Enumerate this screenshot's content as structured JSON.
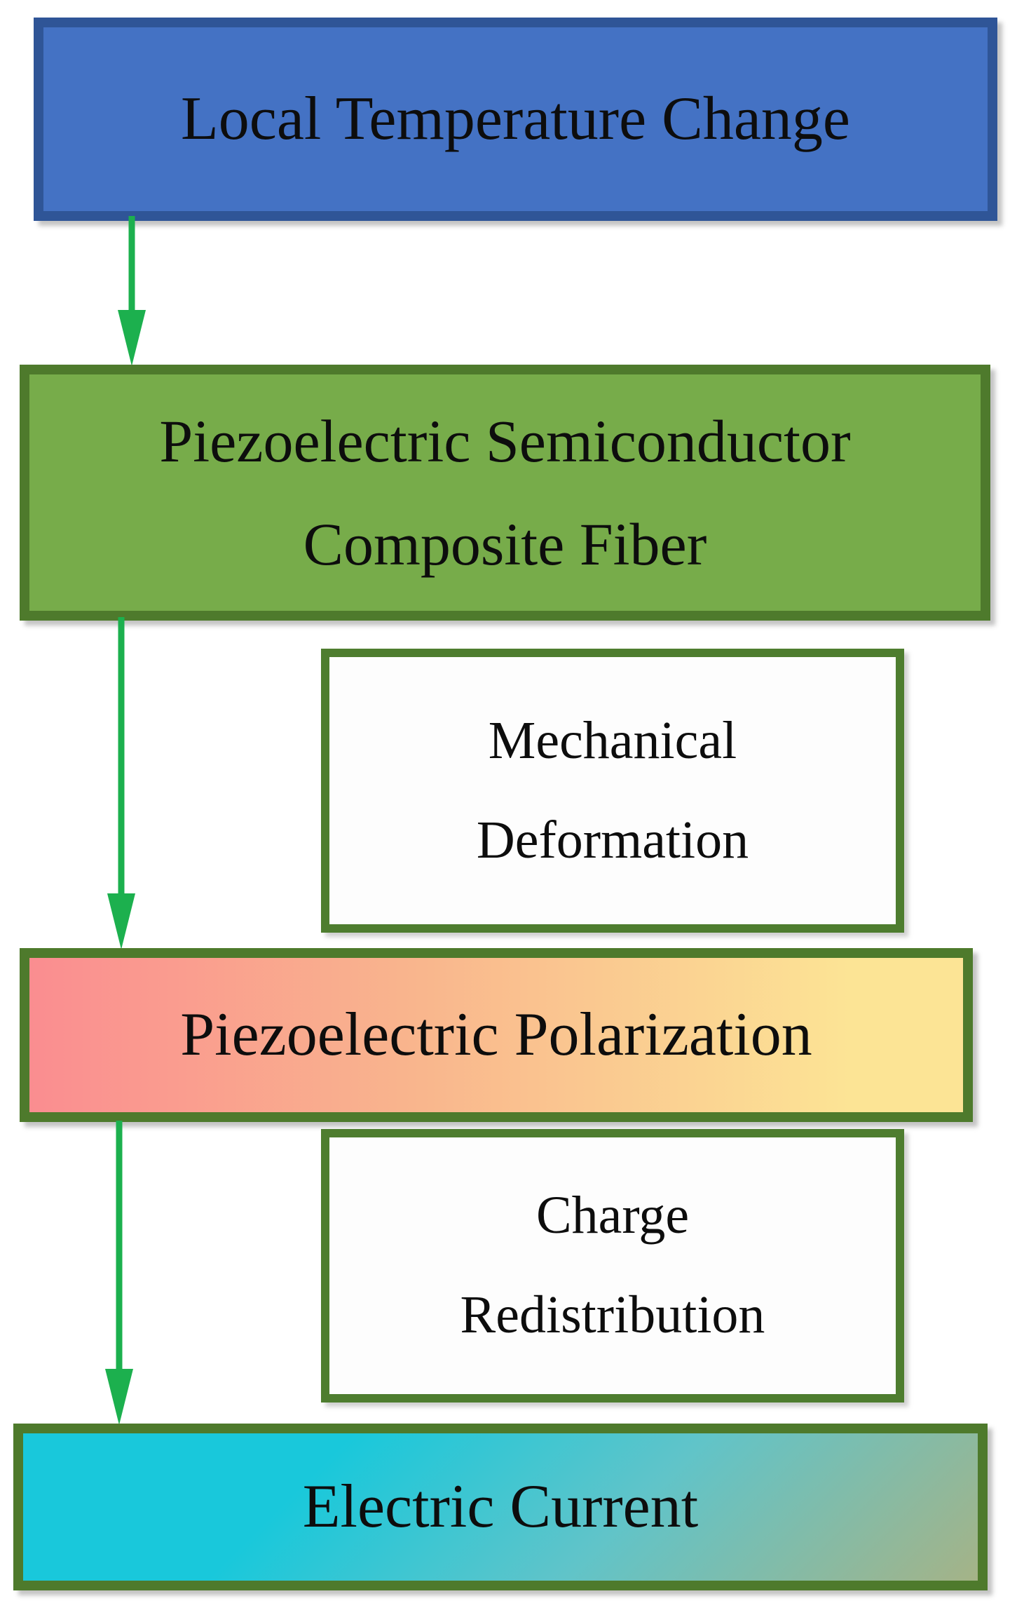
{
  "flowchart": {
    "nodes": {
      "temperature": {
        "label": "Local Temperature Change"
      },
      "fiber": {
        "line1": "Piezoelectric Semiconductor",
        "line2": "Composite Fiber"
      },
      "deformation": {
        "line1": "Mechanical",
        "line2": "Deformation"
      },
      "polarization": {
        "label": "Piezoelectric Polarization"
      },
      "redistribution": {
        "line1": "Charge",
        "line2": "Redistribution"
      },
      "current": {
        "label": "Electric Current"
      }
    },
    "colors": {
      "blue-fill": "#4472C4",
      "blue-border": "#2F5597",
      "green-fill": "#77AC4A",
      "green-border": "#4E7A2C",
      "white-box-border": "#4E7D2F",
      "gradient-left": "#FA8D90",
      "gradient-mid": "#F9B68D",
      "gradient-right": "#FCE495",
      "cyan-start": "#19C8DB",
      "cyan-mid": "#60C4C9",
      "cyan-end": "#A5B387",
      "arrow-green": "#1CB04E",
      "text": "#0D0D0D"
    }
  }
}
